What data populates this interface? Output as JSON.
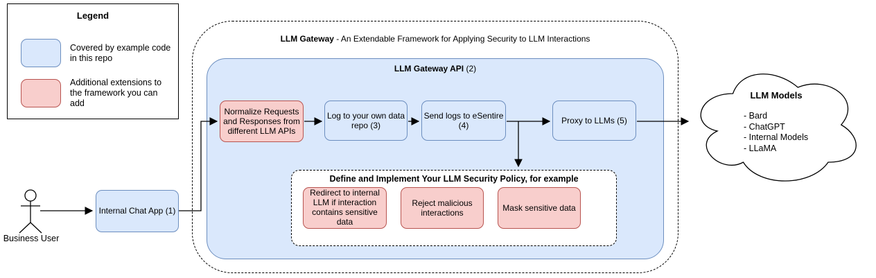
{
  "legend": {
    "title": "Legend",
    "items": [
      {
        "key": "covered",
        "label": "Covered by example code in this repo"
      },
      {
        "key": "extension",
        "label": "Additional extensions to the framework you can add"
      }
    ]
  },
  "actor": {
    "label": "Business User"
  },
  "chat_app": {
    "label": "Internal Chat App (1)"
  },
  "gateway": {
    "title_bold": "LLM Gateway",
    "title_rest": " - An Extendable Framework for Applying Security to LLM Interactions"
  },
  "gateway_api": {
    "title_bold": "LLM Gateway API",
    "title_rest": " (2)"
  },
  "pipeline": {
    "normalize": "Normalize Requests and Responses from different LLM APIs",
    "log_repo": "Log to your own data repo (3)",
    "send_logs": "Send logs to eSentire (4)",
    "proxy": "Proxy to LLMs (5)"
  },
  "policy": {
    "title": "Define and Implement Your LLM Security Policy, for example",
    "items": [
      "Redirect to internal LLM if interaction contains sensitive data",
      "Reject malicious interactions",
      "Mask sensitive data"
    ]
  },
  "cloud": {
    "title": "LLM Models",
    "models": [
      "- Bard",
      "- ChatGPT",
      "- Internal Models",
      "- LLaMA"
    ]
  },
  "colors": {
    "covered_fill": "#dae8fc",
    "covered_border": "#6c8ebf",
    "extension_fill": "#f8cecc",
    "extension_border": "#b85450"
  }
}
